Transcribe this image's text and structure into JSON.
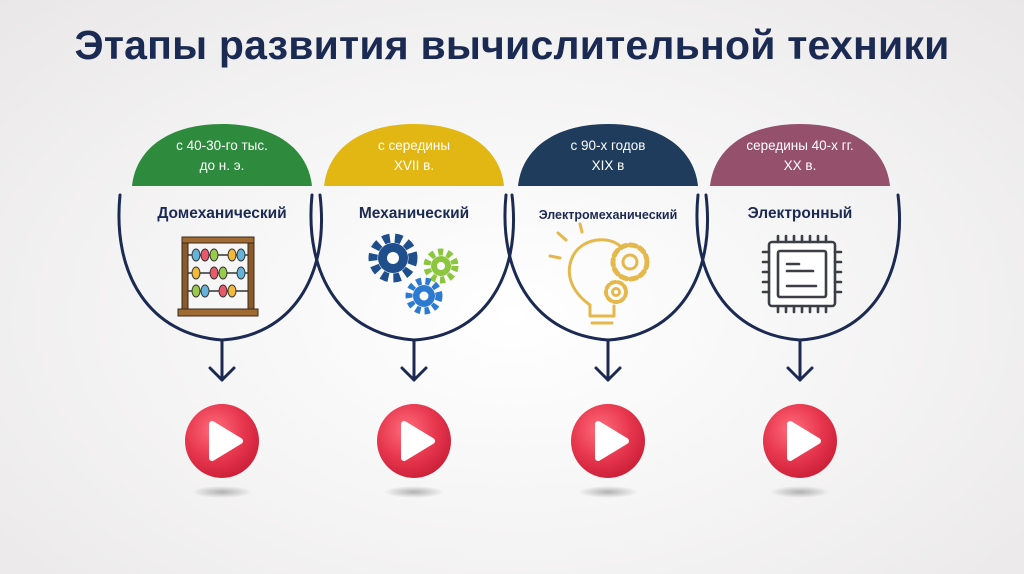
{
  "title": "Этапы развития вычислительной техники",
  "colors": {
    "title": "#1b2a53",
    "arc": "#1b2a53",
    "play_button": "#e8384f",
    "stage1": "#2e8b3e",
    "stage2": "#e2b714",
    "stage3": "#1f3c5c",
    "stage4": "#95506c"
  },
  "stages": [
    {
      "period_line1": "с 40-30-го тыс.",
      "period_line2": "до н. э.",
      "name": "Домеханический",
      "icon": "abacus-icon",
      "color": "#2e8b3e"
    },
    {
      "period_line1": "с середины",
      "period_line2": "XVII в.",
      "name": "Механический",
      "icon": "gears-icon",
      "color": "#e2b714"
    },
    {
      "period_line1": "с 90-х годов",
      "period_line2": "XIX в",
      "name": "Электромеханический",
      "icon": "bulb-gears-icon",
      "color": "#1f3c5c"
    },
    {
      "period_line1": "середины 40-х гг.",
      "period_line2": "XX в.",
      "name": "Электронный",
      "icon": "microchip-icon",
      "color": "#95506c"
    }
  ]
}
